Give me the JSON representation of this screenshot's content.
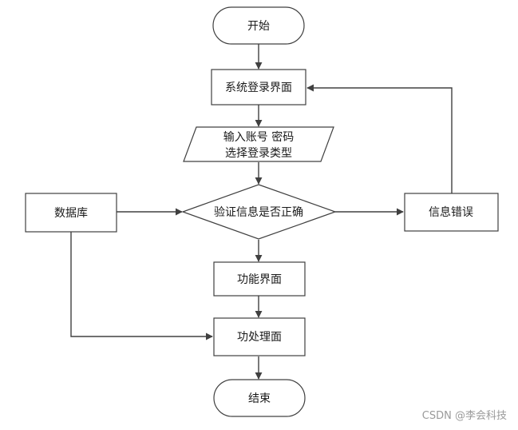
{
  "nodes": {
    "start": "开始",
    "login_page": "系统登录界面",
    "input_line1": "输入账号 密码",
    "input_line2": "选择登录类型",
    "database": "数据库",
    "verify": "验证信息是否正确",
    "info_error": "信息错误",
    "function_page": "功能界面",
    "process_page": "功处理面",
    "end": "结束"
  },
  "watermark": "CSDN @李会科技"
}
